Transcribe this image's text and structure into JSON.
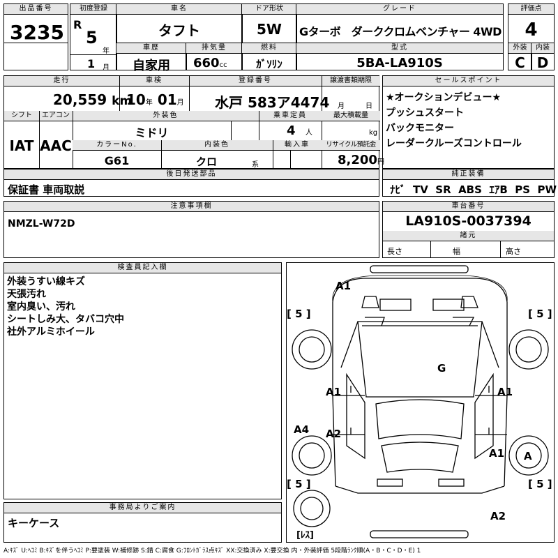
{
  "header": {
    "lot_label": "出品番号",
    "lot_number": "3235",
    "first_reg_label": "初度登録",
    "era": "R",
    "reg_year": "5",
    "year_unit": "年",
    "reg_month": "1",
    "month_unit": "月",
    "car_name_label": "車名",
    "car_name": "タフト",
    "door_label": "ドア形状",
    "door": "5W",
    "grade_label": "グレード",
    "grade": "Gターボ　ダーククロムベンチャー 4WD",
    "score_label": "評価点",
    "score": "4",
    "history_label": "車歴",
    "history": "自家用",
    "displacement_label": "排気量",
    "displacement": "660",
    "displacement_unit": "cc",
    "fuel_label": "燃料",
    "fuel": "ｶﾞｿﾘﾝ",
    "model_code_label": "型式",
    "model_code": "5BA-LA910S",
    "exterior_label": "外装",
    "exterior": "C",
    "interior_label": "内装",
    "interior": "D"
  },
  "specs": {
    "mileage_label": "走行",
    "mileage": "20,559",
    "mileage_unit": "km",
    "inspection_label": "車検",
    "insp_year": "10",
    "insp_year_unit": "年",
    "insp_month": "01",
    "insp_month_unit": "月",
    "plate_label": "登録番号",
    "plate": "水戸 583ア4474",
    "transfer_label": "譲渡書類期限",
    "transfer_month_unit": "月",
    "transfer_day_unit": "日",
    "shift_label": "シフト",
    "shift": "IAT",
    "ac_label": "エアコン",
    "ac": "AAC",
    "ext_color_label": "外装色",
    "ext_color": "ミドリ",
    "capacity_label": "乗車定員",
    "capacity": "4",
    "capacity_unit": "人",
    "max_load_label": "最大積載量",
    "max_load_unit": "kg",
    "color_no_label": "カラーNo.",
    "color_no": "G61",
    "int_color_label": "内装色",
    "int_color": "クロ",
    "int_color_unit": "系",
    "import_label": "輸入車",
    "recycle_label": "リサイクル預託金",
    "recycle": "8,200",
    "recycle_unit": "円"
  },
  "sales_points": {
    "label": "セールスポイント",
    "items": [
      "★オークションデビュー★",
      "プッシュスタート",
      "バックモニター",
      "レーダークルーズコントロール"
    ]
  },
  "later_parts": {
    "label": "後日発送部品",
    "text": "保証書 車両取説"
  },
  "equipment": {
    "label": "純正装備",
    "items": [
      "ﾅﾋﾞ",
      "TV",
      "SR",
      "ABS",
      "ｴｱB",
      "PS",
      "PW"
    ]
  },
  "notes": {
    "label": "注意事項欄",
    "text": "NMZL-W72D"
  },
  "chassis": {
    "label": "車台番号",
    "number": "LA910S-0037394",
    "dims_label": "諸元",
    "length_label": "長さ",
    "width_label": "幅",
    "height_label": "高さ"
  },
  "inspector": {
    "label": "検査員記入欄",
    "lines": [
      "外装うすい線キズ",
      "天張汚れ",
      "室内臭い、汚れ",
      "シートしみ大、タバコ穴中",
      "社外アルミホイール"
    ]
  },
  "office": {
    "label": "事務局よりご案内",
    "text": "キーケース"
  },
  "diagram": {
    "marks": {
      "top_a1": "A1",
      "g": "G",
      "left_a1": "A1",
      "right_a1": "A1",
      "a4": "A4",
      "a2": "A2",
      "rear_right_a1": "A1",
      "wheel_a": "A",
      "bottom_a2": "A2"
    },
    "tires": {
      "fl": "[ 5 ]",
      "fr": "[ 5 ]",
      "rl": "[ 5 ]",
      "rr": "[ 5 ]",
      "spare": "[ﾚｽ]"
    }
  },
  "legend": "A:ｷｽﾞ U:ﾍｺﾐ B:ｷｽﾞを伴うﾍｺﾐ P:要塗装 W:補修跡 S:錆 C:腐食 G:ﾌﾛﾝﾄｶﾞﾗｽ点ｷｽﾞ XX:交換済み X:要交換 内・外装評価 5段階ﾗﾝｸ順(A・B・C・D・E) 1"
}
